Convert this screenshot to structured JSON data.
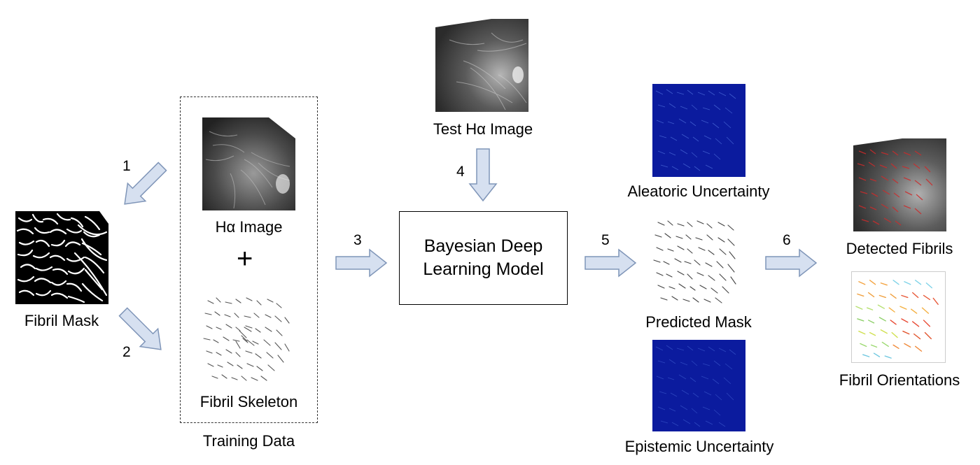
{
  "labels": {
    "fibril_mask": "Fibril Mask",
    "ha_image": "Hα Image",
    "plus": "+",
    "fibril_skeleton": "Fibril Skeleton",
    "training_data": "Training Data",
    "test_ha_image": "Test Hα Image",
    "model_line1": "Bayesian Deep",
    "model_line2": "Learning Model",
    "aleatoric": "Aleatoric Uncertainty",
    "predicted_mask": "Predicted Mask",
    "epistemic": "Epistemic Uncertainty",
    "detected_fibrils": "Detected Fibrils",
    "fibril_orientations": "Fibril Orientations"
  },
  "steps": [
    "1",
    "2",
    "3",
    "4",
    "5",
    "6"
  ],
  "colors": {
    "arrow_fill": "#d6e0f0",
    "arrow_stroke": "#7f95b8",
    "uncertainty_blue": "#0a1a9c",
    "fibril_red": "#cc2b2b"
  }
}
